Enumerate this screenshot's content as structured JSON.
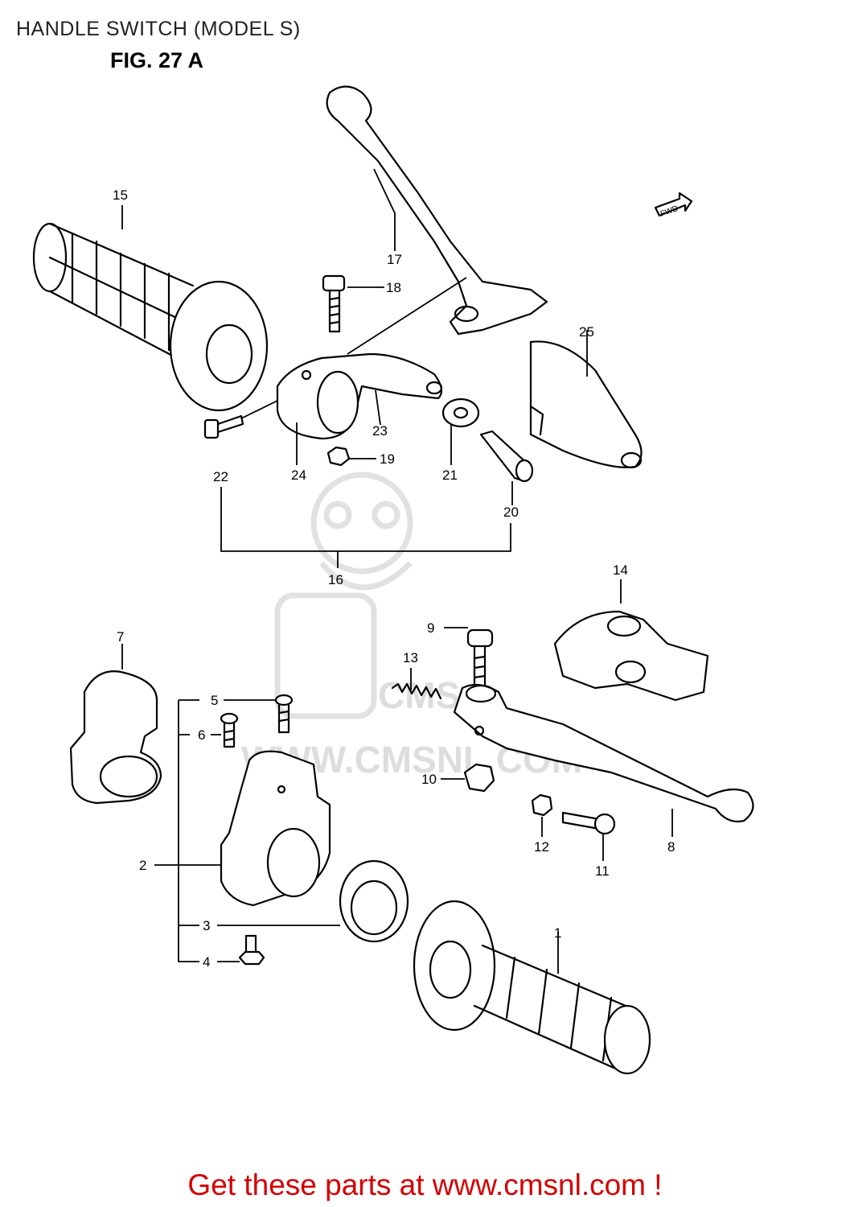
{
  "header": {
    "title": "HANDLE SWITCH (MODEL S)",
    "figure": "FIG. 27 A"
  },
  "fwd_label": "FWD",
  "watermark": {
    "text": "WWW.CMSNL.COM",
    "logo_letters": "CMS"
  },
  "callouts": [
    "1",
    "2",
    "3",
    "4",
    "5",
    "6",
    "7",
    "8",
    "9",
    "10",
    "11",
    "12",
    "13",
    "14",
    "15",
    "16",
    "17",
    "18",
    "19",
    "20",
    "21",
    "22",
    "23",
    "24",
    "25"
  ],
  "footer": {
    "text": "Get these parts at www.cmsnl.com !",
    "color": "#d40000"
  }
}
